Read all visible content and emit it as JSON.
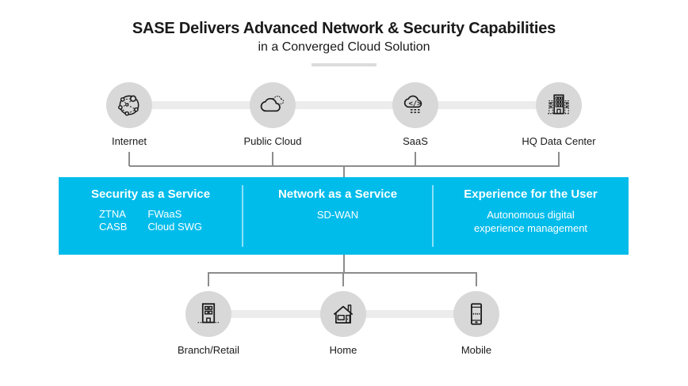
{
  "header": {
    "title": "SASE Delivers Advanced Network & Security Capabilities",
    "subtitle": "in a Converged Cloud Solution"
  },
  "top_row": {
    "nodes": [
      {
        "label": "Internet",
        "icon": "internet-network-icon"
      },
      {
        "label": "Public Cloud",
        "icon": "public-cloud-icon"
      },
      {
        "label": "SaaS",
        "icon": "saas-cloud-code-icon"
      },
      {
        "label": "HQ Data Center",
        "icon": "data-center-building-icon"
      }
    ]
  },
  "banner": {
    "sections": [
      {
        "title": "Security as a Service",
        "col1": [
          "ZTNA",
          "CASB"
        ],
        "col2": [
          "FWaaS",
          "Cloud SWG"
        ]
      },
      {
        "title": "Network as a Service",
        "item": "SD-WAN"
      },
      {
        "title": "Experience for the User",
        "lines": [
          "Autonomous digital",
          "experience management"
        ]
      }
    ]
  },
  "bottom_row": {
    "nodes": [
      {
        "label": "Branch/Retail",
        "icon": "branch-building-icon"
      },
      {
        "label": "Home",
        "icon": "home-icon"
      },
      {
        "label": "Mobile",
        "icon": "mobile-phone-icon"
      }
    ]
  },
  "icons": {
    "saas_glyph": "</>"
  },
  "colors": {
    "banner_background": "#00bceb",
    "circle_fill": "#d8d8d8",
    "row_connector": "#ececec",
    "bracket_line": "#8c8c8c",
    "text": "#1a1a1a",
    "banner_text": "#ffffff"
  }
}
